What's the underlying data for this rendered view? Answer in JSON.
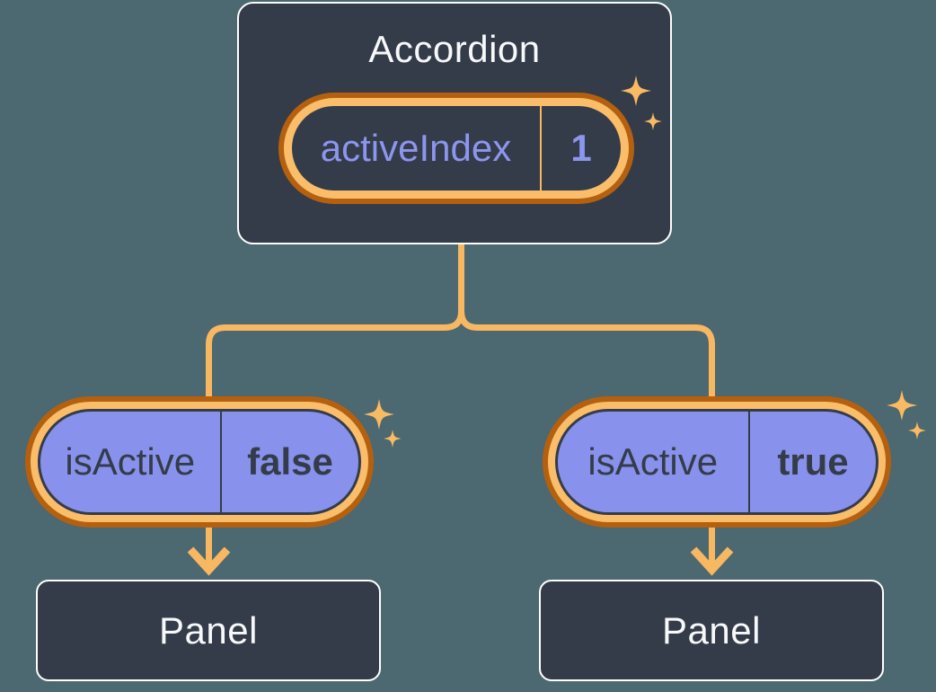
{
  "colors": {
    "background": "#4C6870",
    "box_fill": "#343C49",
    "box_border": "#FFFFFF",
    "title_text": "#F7F8FA",
    "highlight_ring_inner": "#FABD69",
    "highlight_ring_outer": "#B5600F",
    "connector_line": "#F8B761",
    "prop_pill_fill": "#8891EC",
    "state_text": "#8D96EF",
    "prop_text": "#343C49",
    "sparkle": "#F8BA62"
  },
  "icons": {
    "sparkles": "four-point-star sparkles (large + small)",
    "arrow": "downward chevron arrow"
  },
  "diagram": {
    "accordion": {
      "title": "Accordion",
      "state": {
        "name": "activeIndex",
        "value": "1"
      }
    },
    "children": [
      {
        "prop": {
          "name": "isActive",
          "value": "false"
        },
        "panel": {
          "title": "Panel"
        }
      },
      {
        "prop": {
          "name": "isActive",
          "value": "true"
        },
        "panel": {
          "title": "Panel"
        }
      }
    ]
  }
}
